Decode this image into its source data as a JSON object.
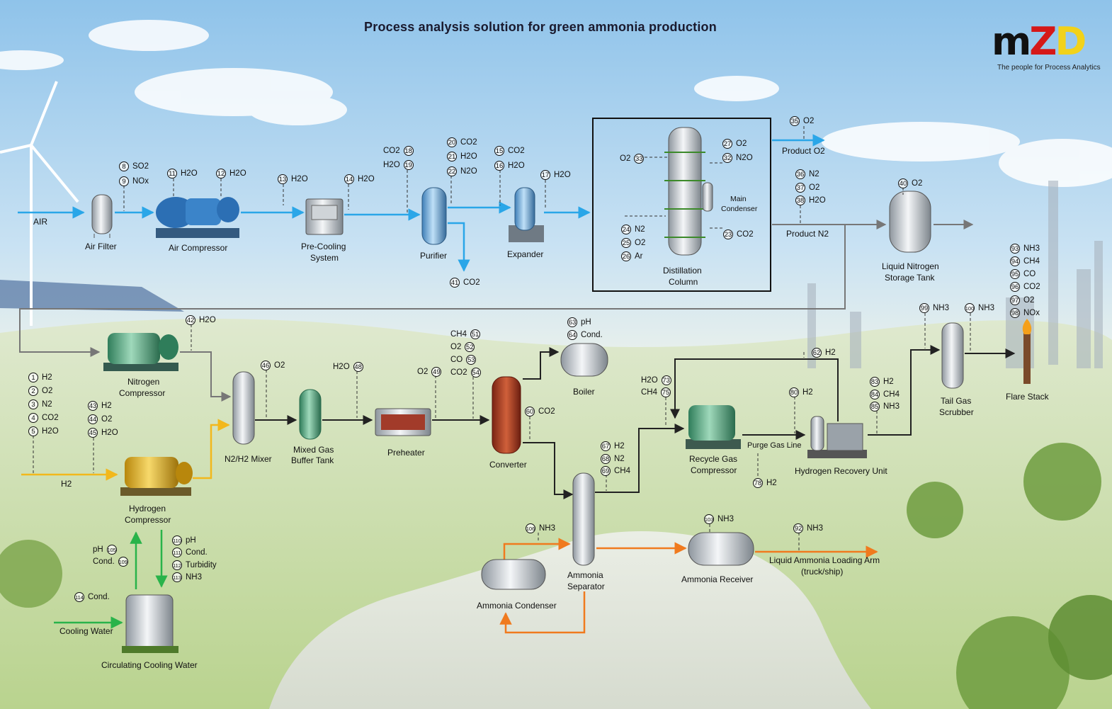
{
  "title": "Process analysis solution for green ammonia production",
  "logo": {
    "text": "MZD",
    "tagline": "The people for Process Analytics"
  },
  "colors": {
    "air_line": "#2aa6e8",
    "h2_line": "#f2b81c",
    "water_line": "#29b34a",
    "ammonia_line": "#f07a1e",
    "process_line": "#222222",
    "nitrogen_line": "#777777"
  },
  "equipment": {
    "air_filter": "Air Filter",
    "air_compressor": "Air Compressor",
    "pre_cooling_1": "Pre-Cooling",
    "pre_cooling_2": "System",
    "purifier": "Purifier",
    "expander": "Expander",
    "distillation_1": "Distillation",
    "distillation_2": "Column",
    "main_condenser_1": "Main",
    "main_condenser_2": "Condenser",
    "product_o2": "Product O2",
    "product_n2": "Product N2",
    "ln2_tank_1": "Liquid Nitrogen",
    "ln2_tank_2": "Storage Tank",
    "nitrogen_comp_1": "Nitrogen",
    "nitrogen_comp_2": "Compressor",
    "n2h2_mixer": "N2/H2 Mixer",
    "buffer_tank_1": "Mixed Gas",
    "buffer_tank_2": "Buffer Tank",
    "preheater": "Preheater",
    "converter": "Converter",
    "boiler": "Boiler",
    "recycle_comp_1": "Recycle Gas",
    "recycle_comp_2": "Compressor",
    "purge_gas_line": "Purge Gas Line",
    "hru": "Hydrogen Recovery Unit",
    "tail_gas_1": "Tail Gas",
    "tail_gas_2": "Scrubber",
    "flare_stack": "Flare Stack",
    "hydrogen_comp_1": "Hydrogen",
    "hydrogen_comp_2": "Compressor",
    "ammonia_sep_1": "Ammonia",
    "ammonia_sep_2": "Separator",
    "ammonia_condenser": "Ammonia Condenser",
    "ammonia_receiver": "Ammonia Receiver",
    "loading_arm_1": "Liquid Ammonia Loading Arm",
    "loading_arm_2": "(truck/ship)",
    "circ_cooling": "Circulating Cooling Water",
    "cooling_water": "Cooling Water",
    "air": "AIR",
    "h2": "H2"
  },
  "analysis_points": [
    {
      "n": "1",
      "gas": "H2"
    },
    {
      "n": "2",
      "gas": "O2"
    },
    {
      "n": "3",
      "gas": "N2"
    },
    {
      "n": "4",
      "gas": "CO2"
    },
    {
      "n": "5",
      "gas": "H2O"
    },
    {
      "n": "8",
      "gas": "SO2"
    },
    {
      "n": "9",
      "gas": "NOx"
    },
    {
      "n": "11",
      "gas": "H2O"
    },
    {
      "n": "12",
      "gas": "H2O"
    },
    {
      "n": "13",
      "gas": "H2O"
    },
    {
      "n": "14",
      "gas": "H2O"
    },
    {
      "n": "18",
      "gas": "CO2"
    },
    {
      "n": "19",
      "gas": "H2O"
    },
    {
      "n": "20",
      "gas": "CO2"
    },
    {
      "n": "21",
      "gas": "H2O"
    },
    {
      "n": "22",
      "gas": "N2O"
    },
    {
      "n": "15",
      "gas": "CO2"
    },
    {
      "n": "16",
      "gas": "H2O"
    },
    {
      "n": "17",
      "gas": "H2O"
    },
    {
      "n": "41",
      "gas": "CO2"
    },
    {
      "n": "33",
      "gas": "O2"
    },
    {
      "n": "27",
      "gas": "O2"
    },
    {
      "n": "32",
      "gas": "N2O"
    },
    {
      "n": "24",
      "gas": "N2"
    },
    {
      "n": "25",
      "gas": "O2"
    },
    {
      "n": "26",
      "gas": "Ar"
    },
    {
      "n": "23",
      "gas": "CO2"
    },
    {
      "n": "35",
      "gas": "O2"
    },
    {
      "n": "36",
      "gas": "N2"
    },
    {
      "n": "37",
      "gas": "O2"
    },
    {
      "n": "38",
      "gas": "H2O"
    },
    {
      "n": "40",
      "gas": "O2"
    },
    {
      "n": "93",
      "gas": "NH3"
    },
    {
      "n": "94",
      "gas": "CH4"
    },
    {
      "n": "95",
      "gas": "CO"
    },
    {
      "n": "96",
      "gas": "CO2"
    },
    {
      "n": "97",
      "gas": "O2"
    },
    {
      "n": "98",
      "gas": "NOx"
    },
    {
      "n": "99",
      "gas": "NH3"
    },
    {
      "n": "100",
      "gas": "NH3"
    },
    {
      "n": "42",
      "gas": "H2O"
    },
    {
      "n": "46",
      "gas": "O2"
    },
    {
      "n": "48",
      "gas": "H2O"
    },
    {
      "n": "49",
      "gas": "O2"
    },
    {
      "n": "51",
      "gas": "CH4"
    },
    {
      "n": "52",
      "gas": "O2"
    },
    {
      "n": "53",
      "gas": "CO"
    },
    {
      "n": "54",
      "gas": "CO2"
    },
    {
      "n": "63",
      "gas": "pH"
    },
    {
      "n": "64",
      "gas": "Cond."
    },
    {
      "n": "60",
      "gas": "CO2"
    },
    {
      "n": "62",
      "gas": "H2"
    },
    {
      "n": "73",
      "gas": "H2O"
    },
    {
      "n": "75",
      "gas": "CH4"
    },
    {
      "n": "80",
      "gas": "H2"
    },
    {
      "n": "83",
      "gas": "H2"
    },
    {
      "n": "84",
      "gas": "CH4"
    },
    {
      "n": "85",
      "gas": "NH3"
    },
    {
      "n": "78",
      "gas": "H2"
    },
    {
      "n": "67",
      "gas": "H2"
    },
    {
      "n": "68",
      "gas": "N2"
    },
    {
      "n": "69",
      "gas": "CH4"
    },
    {
      "n": "43",
      "gas": "H2"
    },
    {
      "n": "44",
      "gas": "O2"
    },
    {
      "n": "45",
      "gas": "H2O"
    },
    {
      "n": "106",
      "gas": "NH3"
    },
    {
      "n": "103",
      "gas": "NH3"
    },
    {
      "n": "92",
      "gas": "NH3"
    },
    {
      "n": "105",
      "gas": "pH"
    },
    {
      "n": "109",
      "gas": "Cond."
    },
    {
      "n": "110",
      "gas": "pH"
    },
    {
      "n": "111",
      "gas": "Cond."
    },
    {
      "n": "112",
      "gas": "Turbidity"
    },
    {
      "n": "113",
      "gas": "NH3"
    },
    {
      "n": "114",
      "gas": "Cond."
    }
  ]
}
